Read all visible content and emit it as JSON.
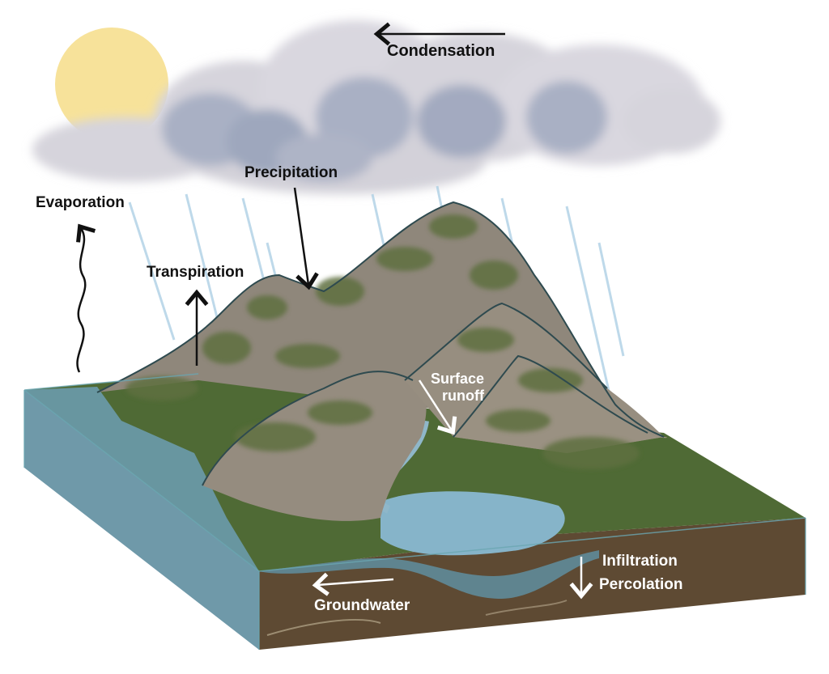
{
  "diagram": {
    "labels": {
      "condensation": "Condensation",
      "precipitation": "Precipitation",
      "evaporation": "Evaporation",
      "transpiration": "Transpiration",
      "surface_runoff_line1": "Surface",
      "surface_runoff_line2": "runoff",
      "infiltration": "Infiltration",
      "percolation": "Percolation",
      "groundwater": "Groundwater"
    },
    "colors": {
      "sun": "#f7e29a",
      "cloud_light": "#d6d4dc",
      "cloud_dark": "#a9b0c4",
      "rain": "#a9cde3",
      "mountain_rock": "#8f877b",
      "vegetation": "#5e7040",
      "grass": "#4f6a35",
      "soil": "#5e4a33",
      "water": "#5f8ea0",
      "lake": "#86b4c9",
      "outline": "#2e4a4f"
    }
  }
}
